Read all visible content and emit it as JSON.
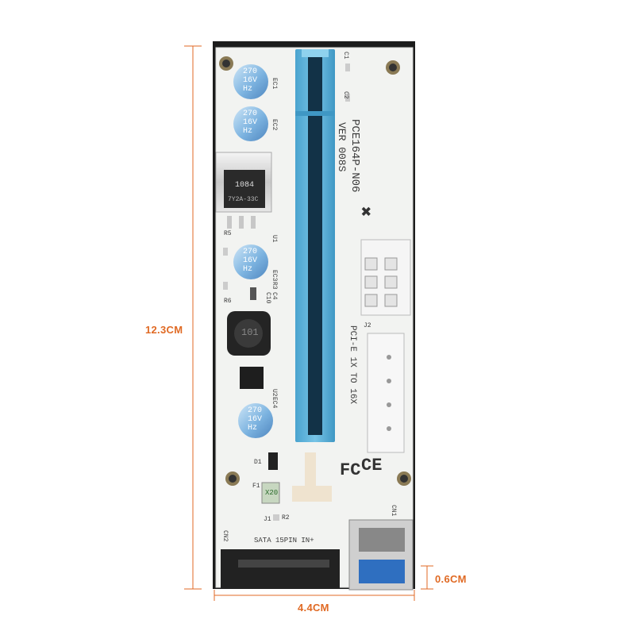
{
  "dimensions": {
    "height_label": "12.3CM",
    "width_label": "4.4CM",
    "port_label": "0.6CM",
    "line_color": "#e06a24"
  },
  "board": {
    "model": "PCE164P-N06",
    "version": "VER 008S",
    "bus_text": "PCI-E 1X TO 16X",
    "sata_text": "SATA 15PIN IN+",
    "regulator_top": "1084",
    "regulator_bottom": "7Y2A-33C",
    "fuse_text": "X20",
    "inductor_text": "101",
    "cap_line1": "270",
    "cap_line2": "16V",
    "cap_line3": "Hz",
    "labels": {
      "ec1": "EC1",
      "ec2": "EC2",
      "ec3": "EC3",
      "ec4": "EC4",
      "c1": "C1",
      "c2": "C2",
      "c10": "C10",
      "r3": "R3",
      "c4": "C4",
      "r5": "R5",
      "r6": "R6",
      "u1": "U1",
      "u2": "U2",
      "d1": "D1",
      "f1": "F1",
      "j1": "J1",
      "j2": "J2",
      "r2": "R2",
      "cn1": "CN1",
      "cn2": "CN2"
    },
    "colors": {
      "pcb": "#f2f3f1",
      "slot": "#5ab2da",
      "cap": "#7cb3e0",
      "usb": "#2f6fc0"
    }
  }
}
